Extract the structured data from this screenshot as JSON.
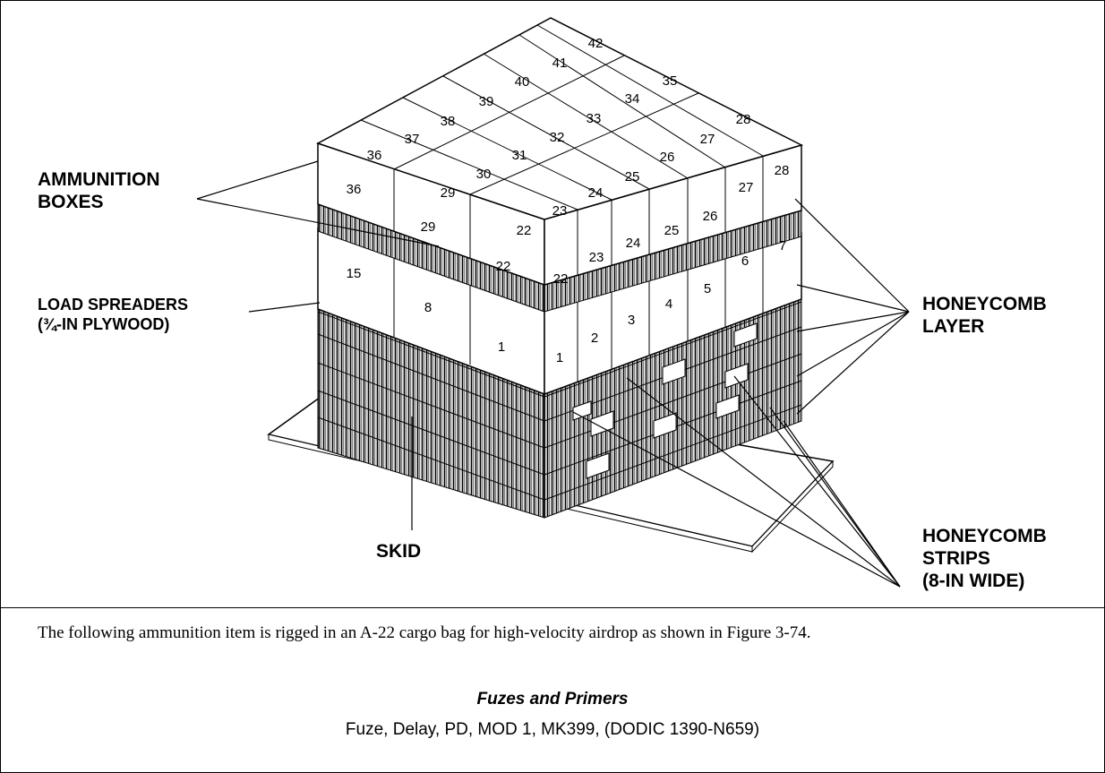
{
  "labels": {
    "ammunition_boxes_1": "AMMUNITION",
    "ammunition_boxes_2": "BOXES",
    "load_spreaders_1": "LOAD SPREADERS",
    "load_spreaders_2": "(¾-IN PLYWOOD)",
    "honeycomb_layer_1": "HONEYCOMB",
    "honeycomb_layer_2": "LAYER",
    "honeycomb_strips_1": "HONEYCOMB",
    "honeycomb_strips_2": "STRIPS",
    "honeycomb_strips_3": "(8-IN WIDE)",
    "skid": "SKID"
  },
  "box_numbers": {
    "top": [
      "42",
      "41",
      "35",
      "40",
      "34",
      "39",
      "33",
      "28",
      "38",
      "32",
      "27",
      "37",
      "31",
      "26",
      "36",
      "30",
      "25",
      "29",
      "24",
      "23",
      "22"
    ],
    "front_upper": [
      "36",
      "29",
      "22",
      "22",
      "23",
      "24",
      "25",
      "26",
      "27",
      "28"
    ],
    "front_lower": [
      "15",
      "8",
      "1",
      "1",
      "2",
      "3",
      "4",
      "5",
      "6",
      "7"
    ]
  },
  "text": {
    "paragraph": "The following ammunition item is rigged in an A-22 cargo bag for high-velocity airdrop as shown in Figure 3-74.",
    "heading": "Fuzes and Primers",
    "item": "Fuze, Delay, PD, MOD 1, MK399, (DODIC 1390-N659)"
  }
}
